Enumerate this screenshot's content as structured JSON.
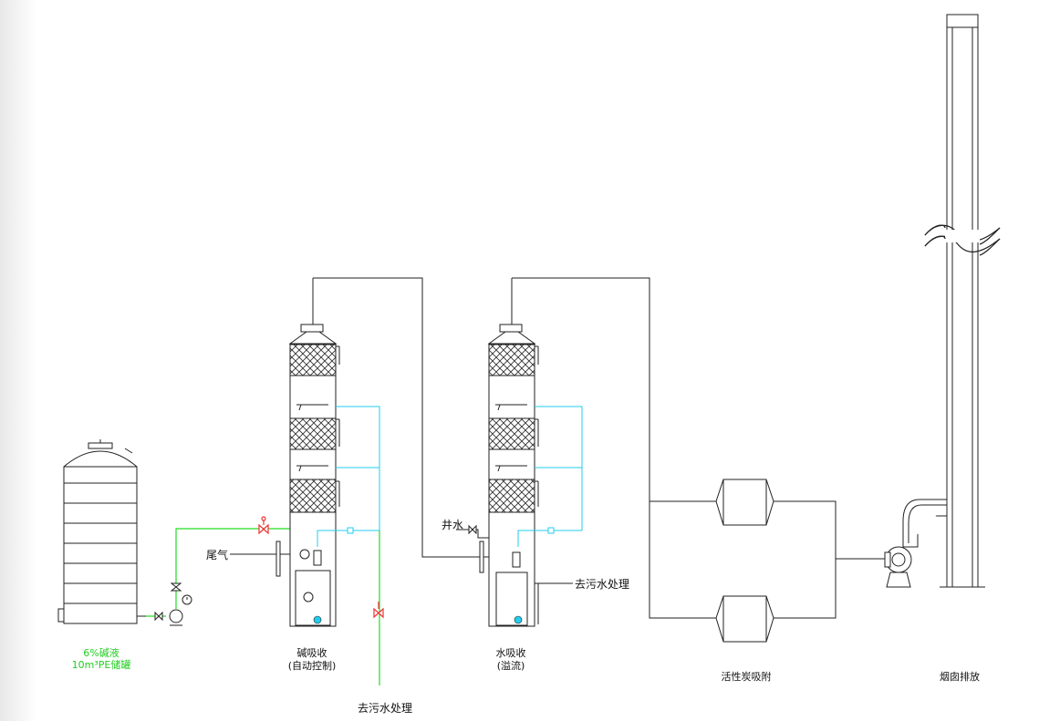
{
  "labels": {
    "tail_gas": "尾气",
    "well_water": "井水",
    "wastewater_1": "去污水处理",
    "wastewater_2": "去污水处理",
    "storage_tank_line1": "6%碱液",
    "storage_tank_line2": "10m³PE储罐",
    "alkali_absorber_line1": "碱吸收",
    "alkali_absorber_line2": "(自动控制)",
    "water_absorber_line1": "水吸收",
    "water_absorber_line2": "(溢流)",
    "activated_carbon": "活性炭吸附",
    "chimney": "烟囱排放"
  },
  "colors": {
    "line": "#222222",
    "alkali_pipe": "#22dd22",
    "spray_pipe": "#22ccee",
    "valve_red": "#ee3333",
    "packing": "#333333"
  },
  "icons": [
    "valve-icon",
    "pump-icon",
    "pressure-gauge-icon",
    "fan-icon",
    "break-mark-icon"
  ]
}
